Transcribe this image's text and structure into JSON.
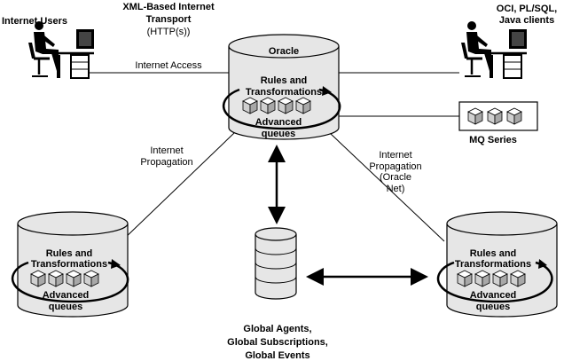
{
  "labels": {
    "internet_users": "Internet Users",
    "transport_line1": "XML-Based Internet",
    "transport_line2": "Transport",
    "transport_line3": "(HTTP(s))",
    "clients_line1": "OCI, PL/SQL,",
    "clients_line2": "Java clients",
    "internet_access": "Internet Access",
    "mq_series": "MQ Series",
    "prop_left_line1": "Internet",
    "prop_left_line2": "Propagation",
    "prop_right_line1": "Internet",
    "prop_right_line2": "Propagation",
    "prop_right_line3": "(Oracle",
    "prop_right_line4": "Net)",
    "global_line1": "Global Agents,",
    "global_line2": "Global Subscriptions,",
    "global_line3": "Global Events"
  },
  "databases": {
    "top": {
      "title": "Oracle",
      "rules_line1": "Rules and",
      "rules_line2": "Transformations",
      "queues_line1": "Advanced",
      "queues_line2": "queues"
    },
    "left": {
      "title": "",
      "rules_line1": "Rules and",
      "rules_line2": "Transformations",
      "queues_line1": "Advanced",
      "queues_line2": "queues"
    },
    "right": {
      "title": "",
      "rules_line1": "Rules and",
      "rules_line2": "Transformations",
      "queues_line1": "Advanced",
      "queues_line2": "queues"
    }
  },
  "colors": {
    "cylinder_fill": "#e6e6e6",
    "cube_fill": "#d9d9d9",
    "line": "#000000"
  }
}
